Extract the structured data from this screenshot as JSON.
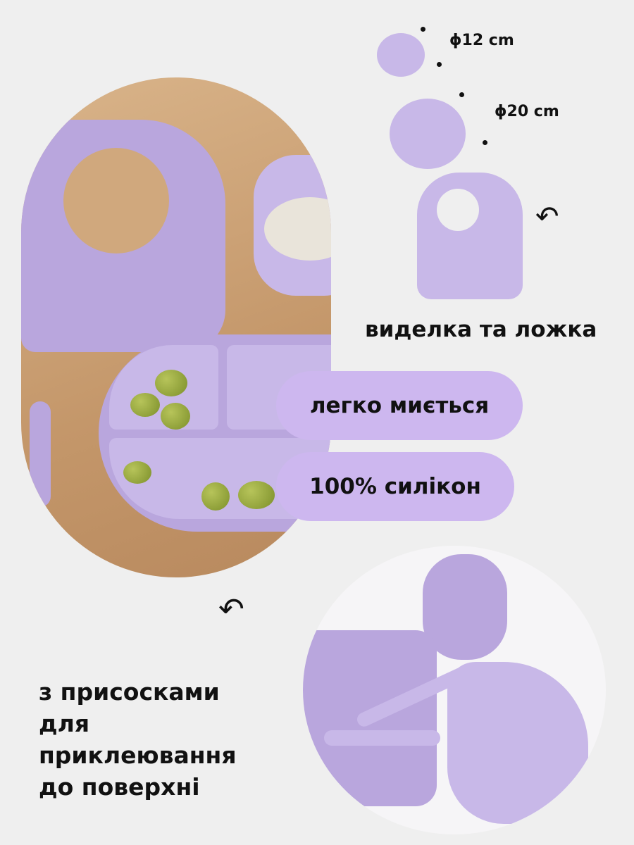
{
  "dimensions": {
    "bowl": "ϕ12 cm",
    "plate": "ϕ20 cm"
  },
  "labels": {
    "fork_spoon": "виделка та ложка",
    "easy_wash": "легко миється",
    "silicone": "100% силікон",
    "suction": [
      "з присосками",
      "для",
      "приклеювання",
      "до поверхні"
    ]
  },
  "colors": {
    "background": "#efefef",
    "badge": "#cdb7ef",
    "product": "#b9a6dd"
  }
}
